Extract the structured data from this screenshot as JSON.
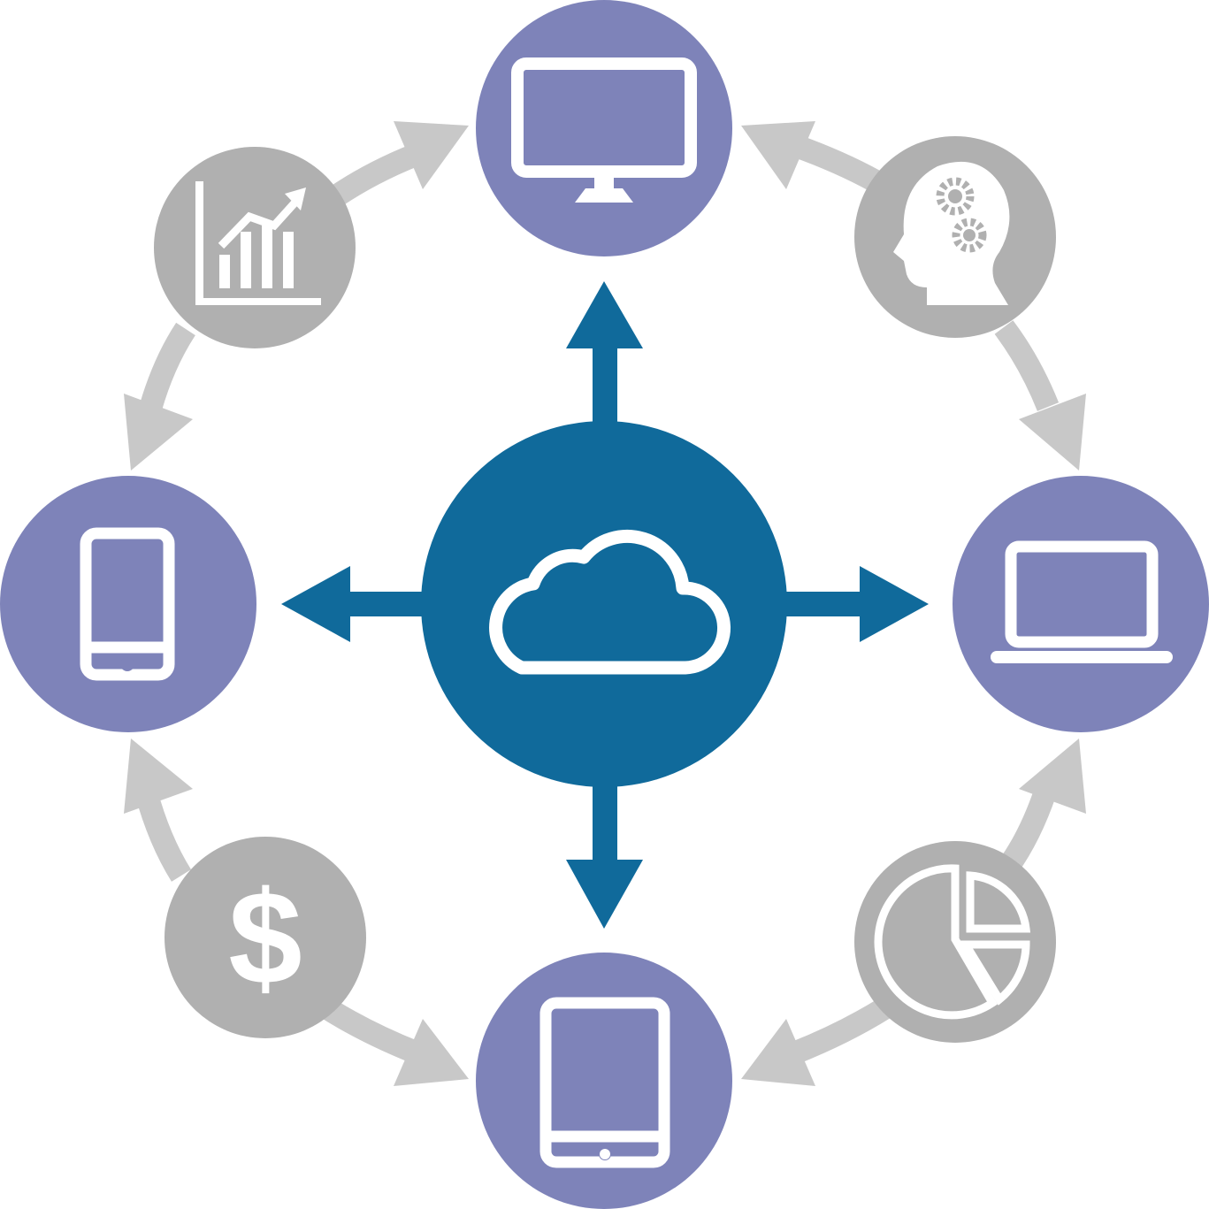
{
  "colors": {
    "center": "#106a9b",
    "device": "#7e83b9",
    "concept": "#b0b0b0",
    "ring_arrow": "#c8c8c8",
    "icon": "#ffffff"
  },
  "center_node": {
    "icon": "cloud-icon"
  },
  "device_nodes": [
    {
      "id": "top",
      "icon": "desktop-monitor-icon"
    },
    {
      "id": "right",
      "icon": "laptop-icon"
    },
    {
      "id": "bottom",
      "icon": "tablet-icon"
    },
    {
      "id": "left",
      "icon": "smartphone-icon"
    }
  ],
  "concept_nodes": [
    {
      "id": "top-left",
      "icon": "growth-chart-icon"
    },
    {
      "id": "top-right",
      "icon": "head-gears-icon"
    },
    {
      "id": "bottom-right",
      "icon": "pie-chart-icon"
    },
    {
      "id": "bottom-left",
      "icon": "dollar-icon",
      "symbol": "$"
    }
  ]
}
